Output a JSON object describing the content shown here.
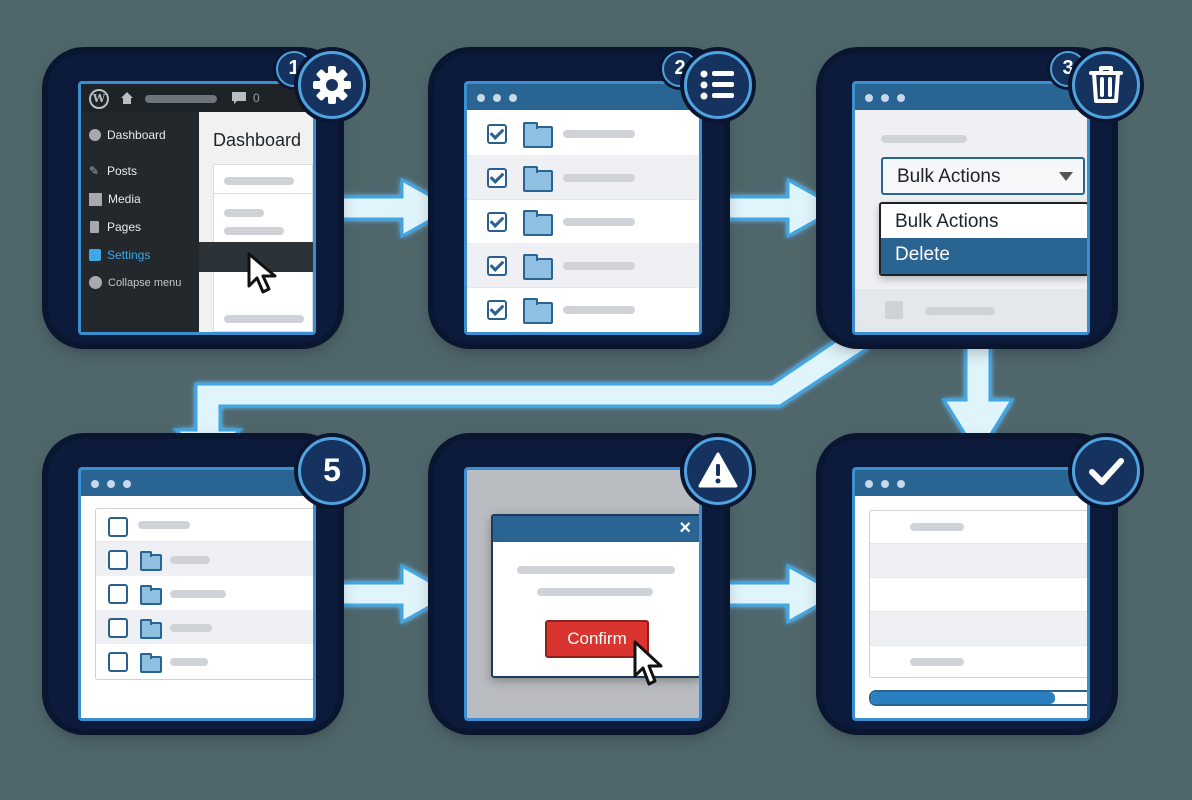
{
  "step_badges": {
    "step1": "1",
    "step2": "2",
    "step3": "3",
    "step5": "5"
  },
  "icons": {
    "step1": "gear-icon",
    "step2": "list-icon",
    "step3": "trash-icon",
    "step4": "warning-icon",
    "step6": "checkmark-icon"
  },
  "panel1": {
    "comment_count": "0",
    "page_title": "Dashboard",
    "menu": [
      "Dashboard",
      "Posts",
      "Media",
      "Pages",
      "Settings",
      "Collapse menu"
    ],
    "active_item": "Settings"
  },
  "panel3": {
    "select_value": "Bulk Actions",
    "options": [
      "Bulk Actions",
      "Delete"
    ],
    "highlighted_option": "Delete"
  },
  "panel4": {
    "confirm_label": "Confirm",
    "close_glyph": "×"
  },
  "panel6": {
    "progress": 0.82
  },
  "colors": {
    "background": "#4f666b",
    "panel": "#0c1b3b",
    "accent": "#2a6493",
    "arrow_fill": "#dff4fb",
    "arrow_glow": "#3fa7e6",
    "confirm": "#d9342f"
  }
}
